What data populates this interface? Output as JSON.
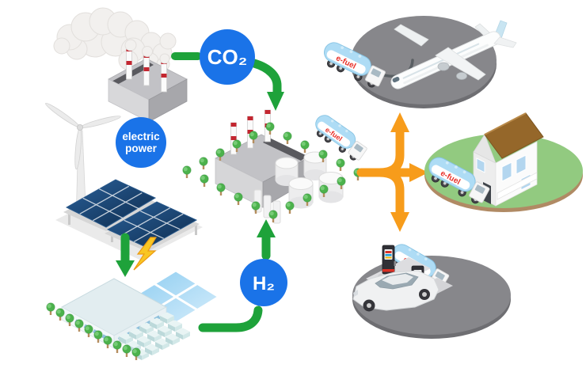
{
  "diagram": {
    "labels": {
      "co2": "CO₂",
      "h2": "H₂",
      "electric_power_line1": "electric",
      "electric_power_line2": "power",
      "efuel": "e-fuel"
    },
    "colors": {
      "label_circle_blue": "#1a73e8",
      "flow_arrow_green": "#1ea23a",
      "distribution_arrow_orange": "#f79c1b",
      "efuel_text_red": "#e8312a",
      "truck_tank_blue": "#aedcf5",
      "chimney_stripe_red": "#c32630",
      "tree_green": "#4cb24c",
      "solar_panel_navy": "#1c4c7e",
      "platform_gray": "#87878b",
      "lawn_green": "#92ca80",
      "roof_brown": "#95672a",
      "lightning_yellow": "#f9c623"
    },
    "nodes": {
      "factory": "fossil-plant-smoke-co2-source",
      "renewables": "wind-turbine-and-solar-panels",
      "electrolysis": "electrolysis-plant",
      "synthesis": "e-fuel-synthesis-plant",
      "aviation": "airplane-refueling",
      "residential": "house-fuel-delivery",
      "transport": "gas-station-with-car"
    }
  }
}
